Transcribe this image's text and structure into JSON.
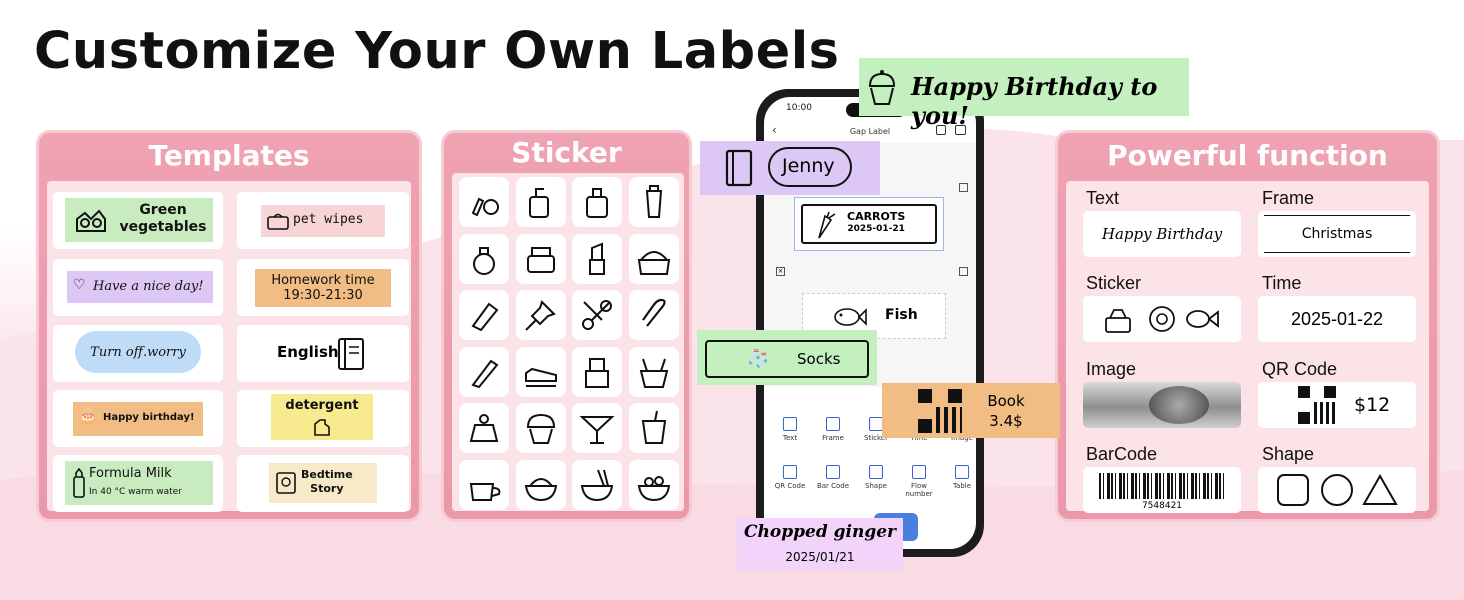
{
  "title": "Customize Your Own Labels",
  "colors": {
    "panel_pink": "#eb98aa",
    "green": "#c8ecbf",
    "lilac": "#dcc7f5",
    "orange": "#f1bd84",
    "blue": "#bfdcf7",
    "yellow": "#f8ea8e"
  },
  "templates": {
    "title": "Templates",
    "items": [
      {
        "line1": "Green",
        "line2": "vegetables",
        "icon": "vegetables-icon"
      },
      {
        "line1": "pet wipes",
        "icon": "wipes-icon"
      },
      {
        "line1": "Have a nice day!",
        "icon": "heart-icon"
      },
      {
        "line1": "Homework time",
        "line2": "19:30-21:30"
      },
      {
        "line1": "Turn off.worry"
      },
      {
        "line1": "English",
        "icon": "book-icon"
      },
      {
        "line1": "Happy birthday!",
        "icon": "cake-icon"
      },
      {
        "line1": "detergent",
        "icon": "detergent-icon"
      },
      {
        "line1": "Formula Milk",
        "line2": "In 40 °C warm water",
        "icon": "bottle-icon"
      },
      {
        "line1": "Bedtime",
        "line2": "Story",
        "icon": "storybook-icon"
      }
    ]
  },
  "sticker": {
    "title": "Sticker",
    "icons": [
      "makeup-brush-icon",
      "pump-bottle-icon",
      "perfume-bottle-icon",
      "lotion-tube-icon",
      "perfume-spray-icon",
      "cream-jar-icon",
      "lipstick-icon",
      "cream-tub-icon",
      "highlighter-icon",
      "pushpin-icon",
      "scissors-icon",
      "paperclip-icon",
      "utility-knife-icon",
      "stapler-icon",
      "binder-clip-icon",
      "binder-clip-2-icon",
      "pudding-icon",
      "cupcake-icon",
      "cocktail-icon",
      "boba-drink-icon",
      "coffee-cup-icon",
      "rice-bowl-icon",
      "noodle-bowl-icon",
      "salad-bowl-icon"
    ]
  },
  "phone": {
    "time": "10:00",
    "header": "Gap Label",
    "label1": {
      "line1": "CARROTS",
      "line2": "2025-01-21"
    },
    "label2": {
      "text": "Fish"
    },
    "toolbar_row1": [
      "Text",
      "Frame",
      "Sticker",
      "Time",
      "Image"
    ],
    "toolbar_row2": [
      "QR Code",
      "Bar Code",
      "Shape",
      "Flow number",
      "Table"
    ]
  },
  "floating": {
    "birthday": "Happy Birthday  to you!",
    "jenny": "Jenny",
    "socks": "Socks",
    "book": {
      "line1": "Book",
      "line2": "3.4$"
    },
    "ginger": {
      "line1": "Chopped ginger",
      "line2": "2025/01/21"
    }
  },
  "powerful": {
    "title": "Powerful function",
    "text_label": "Text",
    "text_sample": "Happy Birthday",
    "frame_label": "Frame",
    "frame_sample": "Christmas",
    "sticker_label": "Sticker",
    "time_label": "Time",
    "time_sample": "2025-01-22",
    "image_label": "Image",
    "qr_label": "QR Code",
    "qr_sample": "$12",
    "barcode_label": "BarCode",
    "barcode_number": "7548421",
    "shape_label": "Shape"
  }
}
